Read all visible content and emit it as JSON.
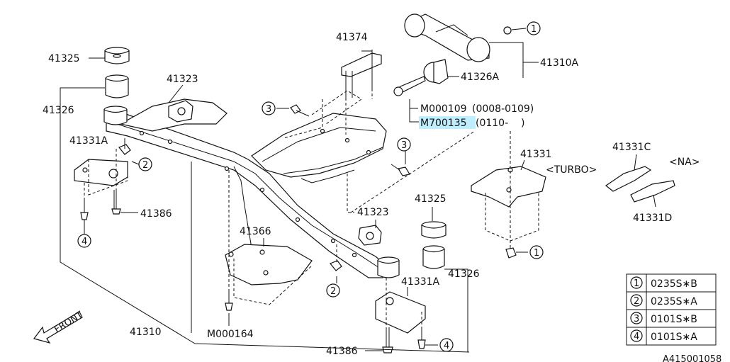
{
  "labels": {
    "p41325_top": "41325",
    "p41326_left": "41326",
    "p41323_top": "41323",
    "p41331A_left": "41331A",
    "p41386_left": "41386",
    "p41374": "41374",
    "p41310A": "41310A",
    "p41326A": "41326A",
    "m000109": "M000109",
    "m000109_range": "(0008-0109)",
    "m700135": "M700135",
    "m700135_range": "(0110-    )",
    "p41331": "41331",
    "turbo": "<TURBO>",
    "p41331C": "41331C",
    "na": "<NA>",
    "p41331D": "41331D",
    "p41323_mid": "41323",
    "p41325_right": "41325",
    "p41366": "41366",
    "p41326_right": "41326",
    "p41331A_right": "41331A",
    "m000164": "M000164",
    "p41310": "41310",
    "p41386_bottom": "41386",
    "front": "FRONT",
    "doc_id": "A415001058"
  },
  "callouts": {
    "c1": "1",
    "c2": "2",
    "c3": "3",
    "c4": "4"
  },
  "legend": [
    {
      "num": "1",
      "code": "0235S∗B"
    },
    {
      "num": "2",
      "code": "0235S∗A"
    },
    {
      "num": "3",
      "code": "0101S∗B"
    },
    {
      "num": "4",
      "code": "0101S∗A"
    }
  ],
  "colors": {
    "line": "#111111",
    "highlight": "#bfefff"
  }
}
